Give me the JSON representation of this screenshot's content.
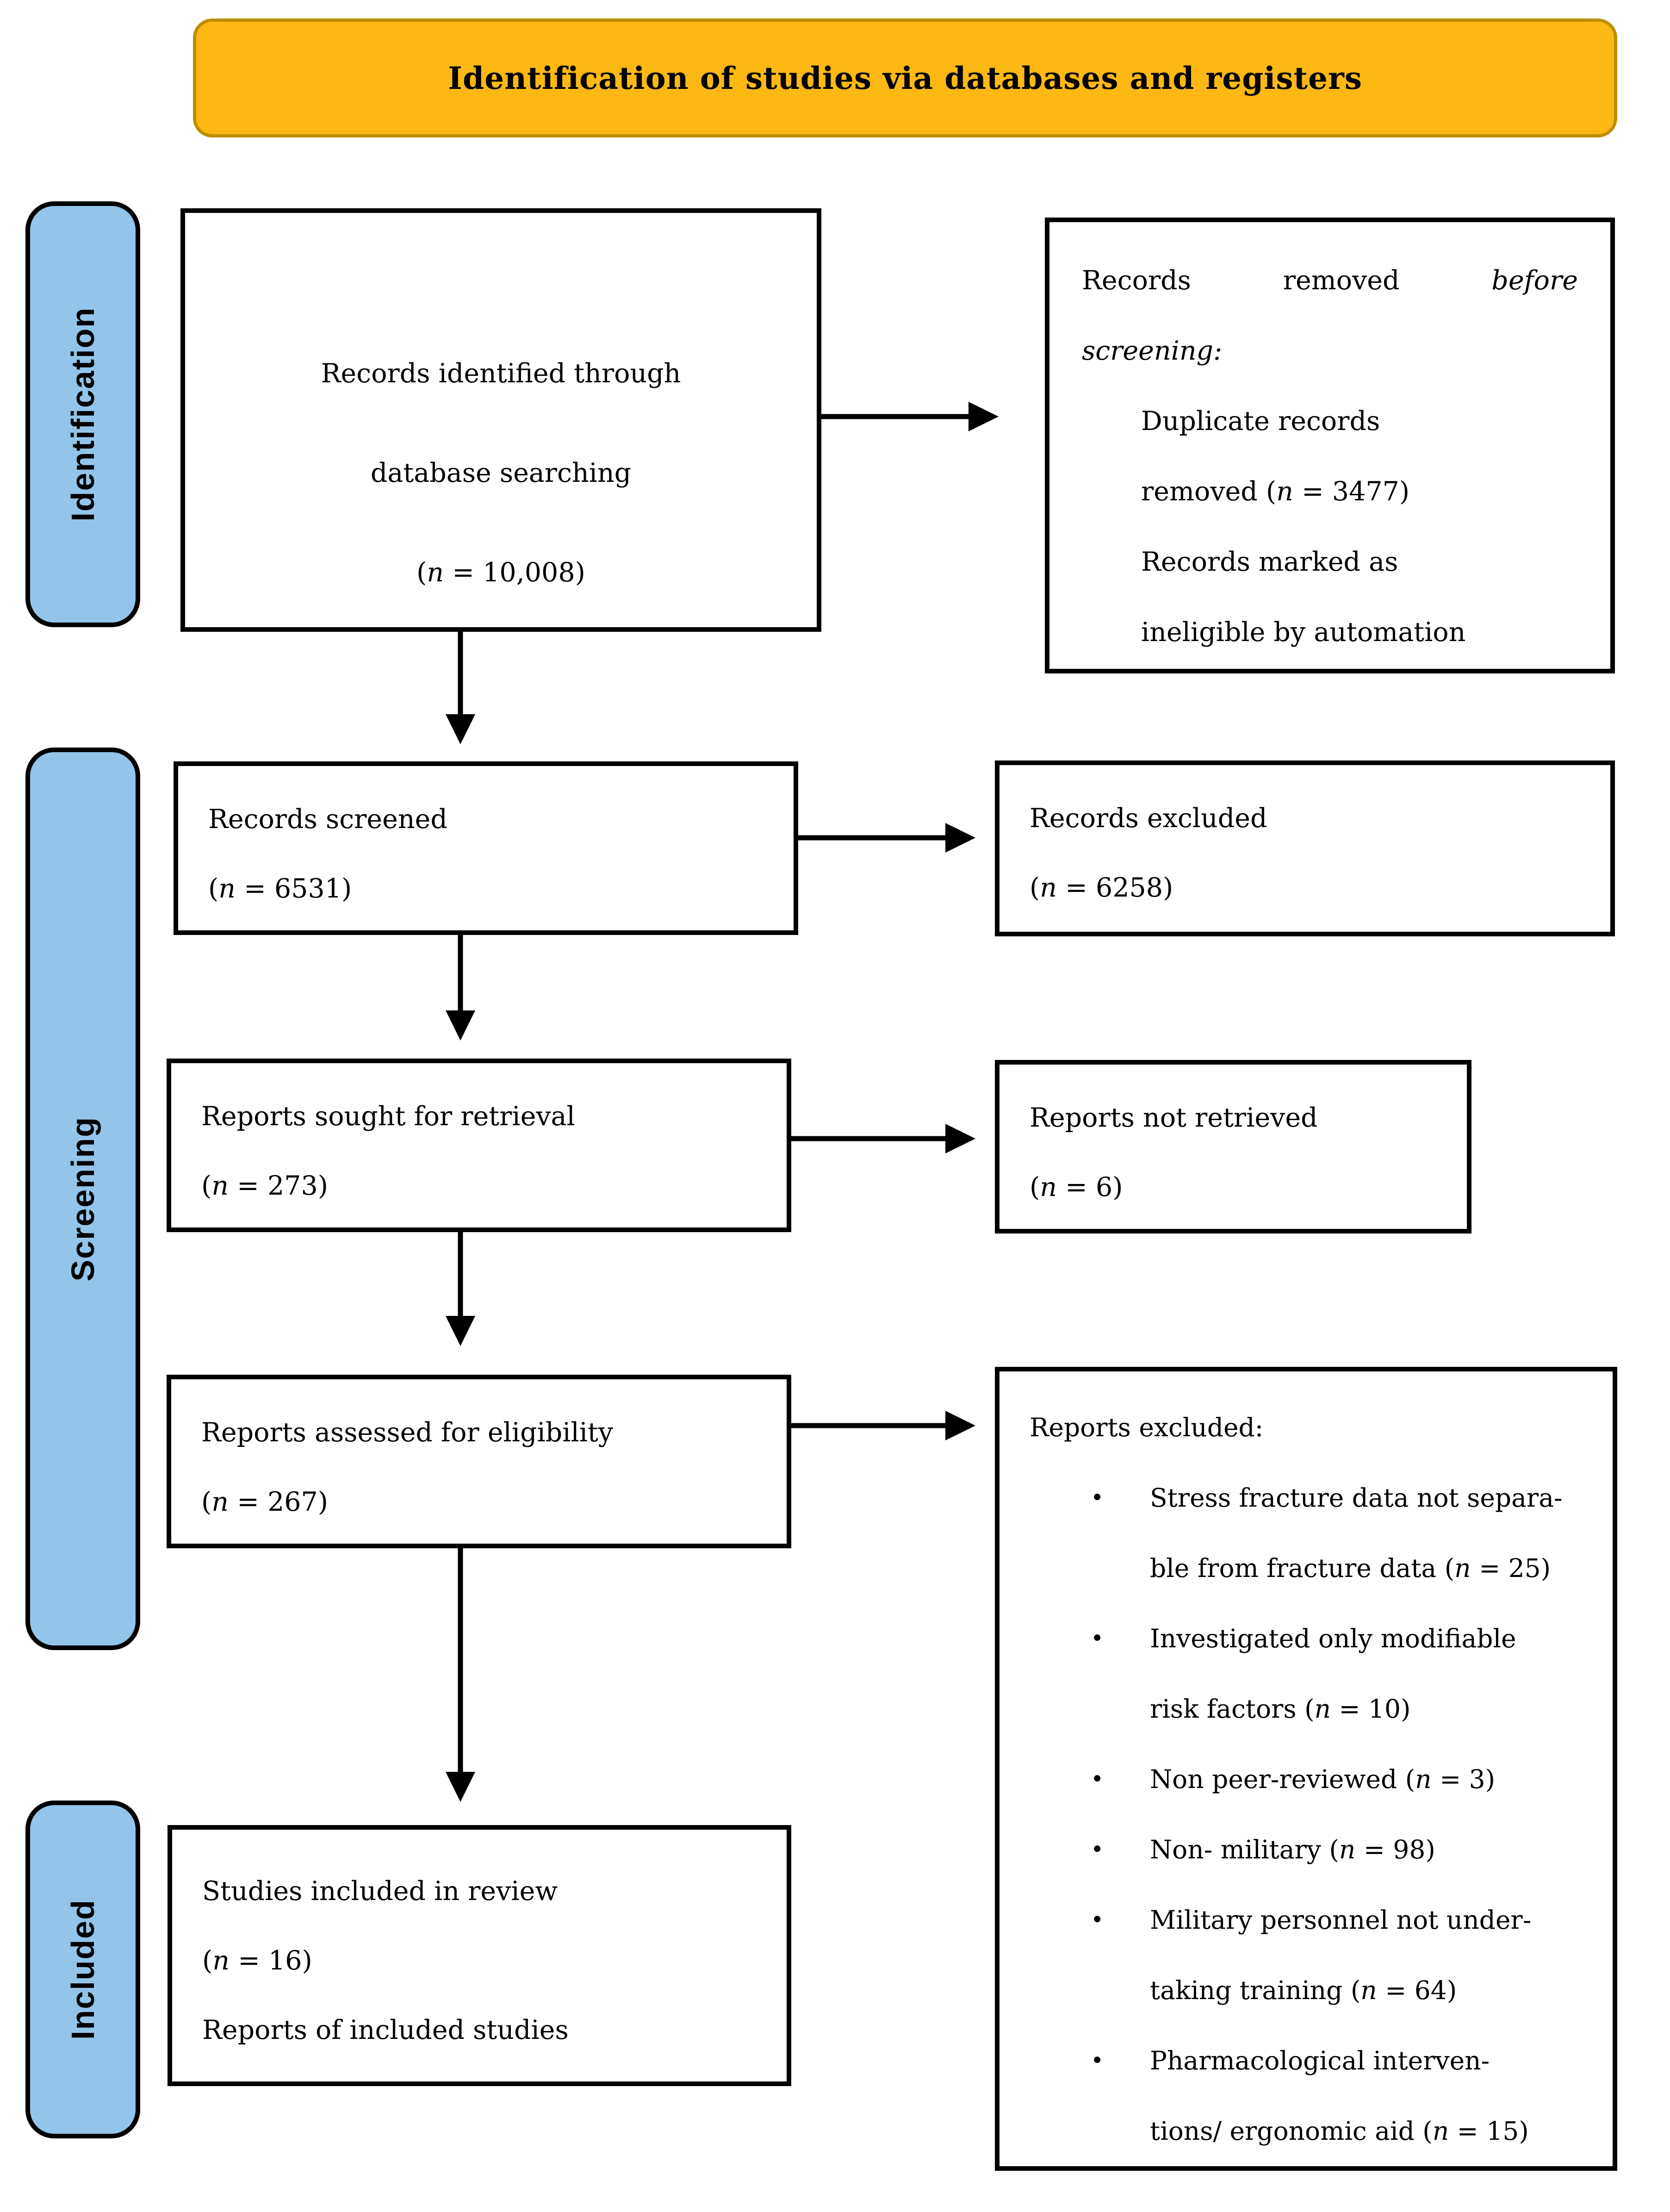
{
  "theme": {
    "header_fill": "#FDB813",
    "header_border": "#BD8E00",
    "stage_fill": "#92C5E9",
    "line_color": "#000000"
  },
  "header": {
    "title": "Identification of studies via databases and registers"
  },
  "sidebar": {
    "stages": [
      {
        "label": "Identification"
      },
      {
        "label": "Screening"
      },
      {
        "label": "Included"
      }
    ]
  },
  "boxes": {
    "records_identified": {
      "lines": [
        "Records identified through",
        "database searching",
        "(n = 10,008)"
      ]
    },
    "records_removed": {
      "justified_words": [
        {
          "text": "Records",
          "italic": false
        },
        {
          "text": "removed",
          "italic": false
        },
        {
          "text": "before",
          "italic": true
        }
      ],
      "line2": "screening:",
      "indented_lines": [
        "Duplicate records",
        "removed (n = 3477)",
        "Records marked as",
        "ineligible by automation"
      ]
    },
    "records_screened": {
      "lines": [
        "Records screened",
        "(n = 6531)"
      ]
    },
    "records_excluded": {
      "lines": [
        "Records excluded",
        "(n = 6258)"
      ]
    },
    "reports_sought": {
      "lines": [
        "Reports sought for retrieval",
        "(n = 273)"
      ]
    },
    "reports_not_retrieved": {
      "lines": [
        "Reports not retrieved",
        "(n = 6)"
      ]
    },
    "reports_assessed": {
      "lines": [
        "Reports assessed for eligibility",
        "(n = 267)"
      ]
    },
    "reports_excluded": {
      "title": "Reports excluded:",
      "bullet_glyph": "•",
      "bullets": [
        [
          "Stress fracture data not separa-",
          "ble from fracture data (n = 25)"
        ],
        [
          "Investigated only modifiable",
          "risk factors (n = 10)"
        ],
        [
          "Non peer-reviewed (n = 3)"
        ],
        [
          "Non- military (n = 98)"
        ],
        [
          "Military personnel not under-",
          "taking training (n = 64)"
        ],
        [
          "Pharmacological interven-",
          "tions/ ergonomic aid (n = 15)"
        ]
      ]
    },
    "studies_included": {
      "lines": [
        "Studies included in review",
        "(n = 16)",
        "Reports of included studies"
      ]
    }
  }
}
